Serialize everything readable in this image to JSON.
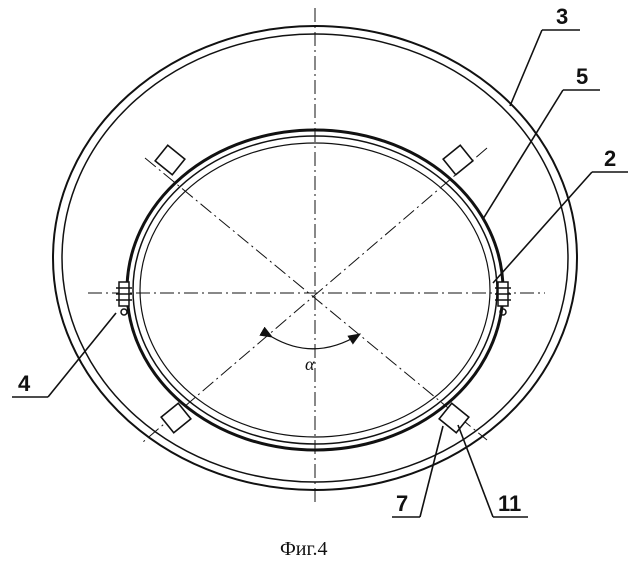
{
  "labels": {
    "l3": "3",
    "l5": "5",
    "l2": "2",
    "l4": "4",
    "l7": "7",
    "l11": "11"
  },
  "angle_symbol": "α",
  "caption": "Фиг.4"
}
